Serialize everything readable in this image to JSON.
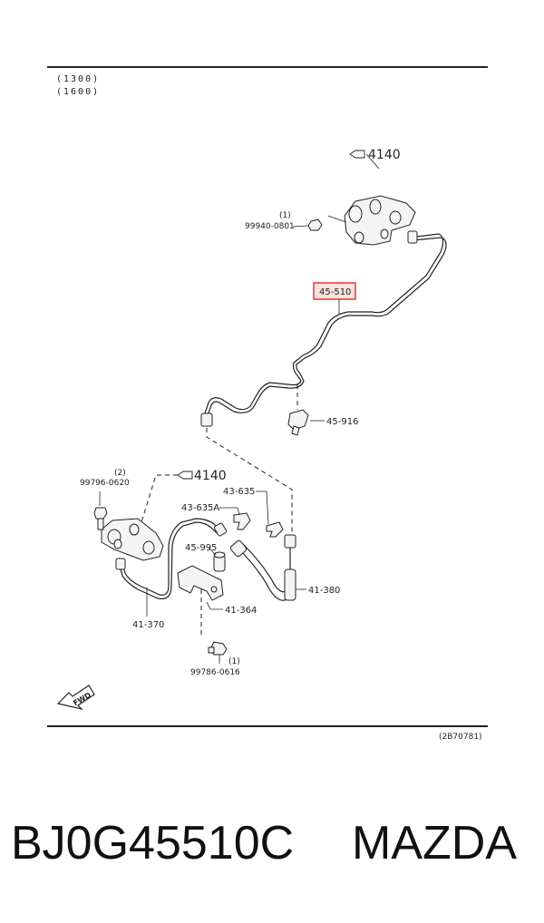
{
  "header": {
    "variants": [
      "(1300)",
      "(1600)"
    ]
  },
  "callouts": {
    "ref_4140_top": "4140",
    "ref_4140_mid": "4140",
    "bolt_top_qty": "(1)",
    "bolt_top_code": "99940-0801",
    "bolt_left_qty": "(2)",
    "bolt_left_code": "99796-0620",
    "bolt_bottom_qty": "(1)",
    "bolt_bottom_code": "99786-0616"
  },
  "parts": {
    "p45510": "45-510",
    "p45916": "45-916",
    "p43635": "43-635",
    "p43635A": "43-635A",
    "p45995": "45-995",
    "p41364": "41-364",
    "p41370": "41-370",
    "p41380": "41-380"
  },
  "fwd_label": "FWD",
  "diagram_code": "(2B70781)",
  "highlight_color": "#e53935",
  "footer": {
    "part_number": "BJ0G45510C",
    "brand": "MAZDA"
  }
}
